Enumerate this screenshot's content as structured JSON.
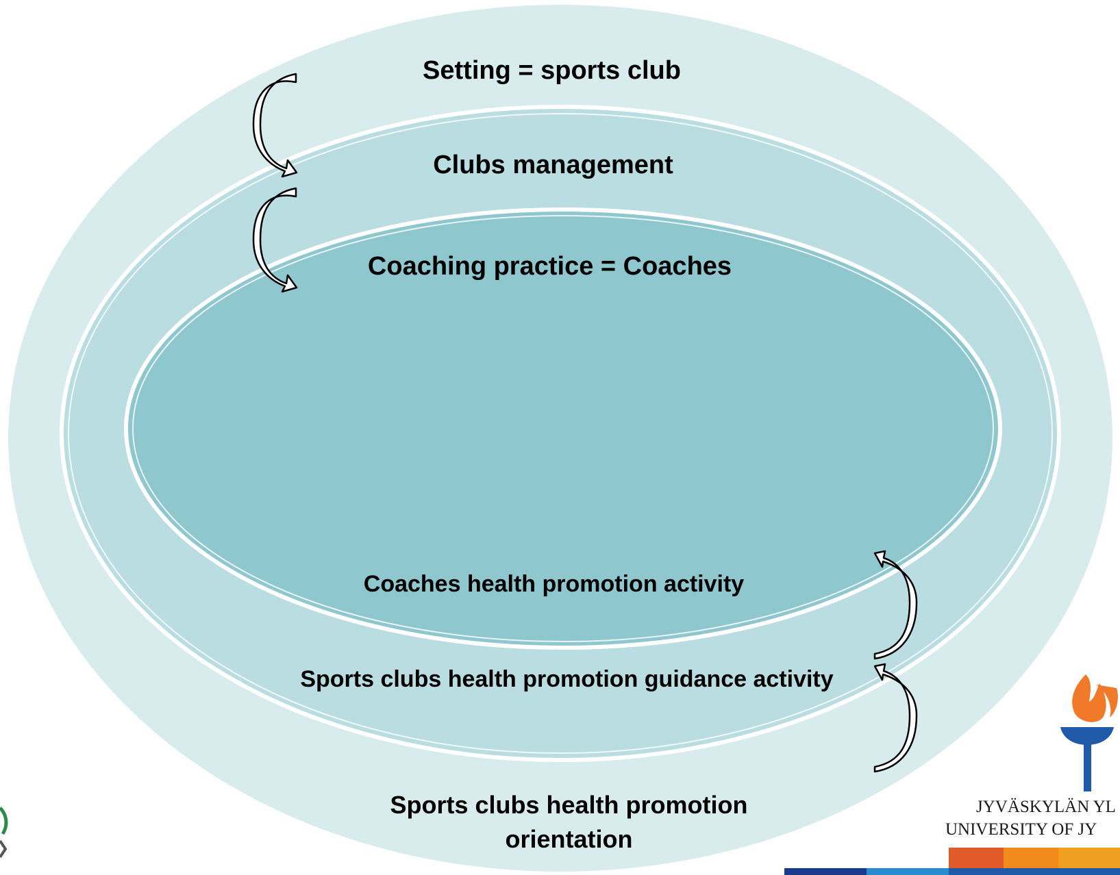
{
  "diagram": {
    "layers": [
      {
        "label": "Setting = sports club",
        "fill": "#d8ecee"
      },
      {
        "label": "Clubs management",
        "fill": "#b9dde1"
      },
      {
        "label": "Coaching practice = Coaches",
        "fill": "#8fc7cf"
      }
    ],
    "bottom_labels": {
      "inner": "Coaches health promotion activity",
      "middle": "Sports clubs health promotion guidance activity",
      "outer_line1": "Sports clubs health promotion",
      "outer_line2": "orientation"
    },
    "ring_stroke_color": "#ffffff"
  },
  "logo": {
    "line1": "JYVÄSKYLÄN YL",
    "line2": "UNIVERSITY OF JY",
    "flame_color": "#f07a2a",
    "torch_color": "#1e5aa8",
    "stripe_colors": [
      "#e05a2a",
      "#f08a1a",
      "#f0a020",
      "#1e5aa8",
      "#2a8ad0",
      "#1a3a8a"
    ]
  }
}
